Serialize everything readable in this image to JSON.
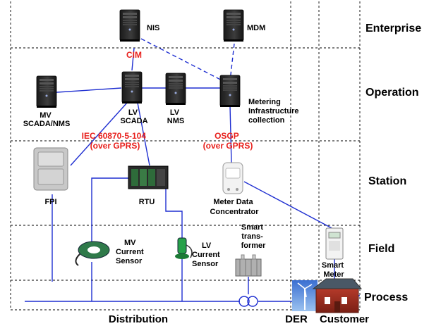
{
  "zones": {
    "enterprise": "Enterprise",
    "operation": "Operation",
    "station": "Station",
    "field": "Field",
    "process": "Process"
  },
  "bottom_labels": {
    "distribution": "Distribution",
    "der": "DER",
    "customer": "Customer"
  },
  "protocols": {
    "cim": "CIM",
    "iec_line1": "IEC 60870-5-104",
    "iec_line2": "(over GPRS)",
    "osgp_line1": "OSGP",
    "osgp_line2": "(over GPRS)"
  },
  "nodes": {
    "nis": "NIS",
    "mdm": "MDM",
    "mv_scada_line1": "MV",
    "mv_scada_line2": "SCADA/NMS",
    "lv_scada_line1": "LV",
    "lv_scada_line2": "SCADA",
    "lv_nms_line1": "LV",
    "lv_nms_line2": "NMS",
    "metering_line1": "Metering",
    "metering_line2": "Infrastructure",
    "metering_line3": "collection",
    "fpi": "FPI",
    "rtu": "RTU",
    "mdc_line1": "Meter Data",
    "mdc_line2": "Concentrator",
    "mv_sensor_line1": "MV",
    "mv_sensor_line2": "Current",
    "mv_sensor_line3": "Sensor",
    "lv_sensor_line1": "LV",
    "lv_sensor_line2": "Current",
    "lv_sensor_line3": "Sensor",
    "st_line1": "Smart",
    "st_line2": "trans-",
    "st_line3": "former",
    "sm_line1": "Smart",
    "sm_line2": "Meter"
  },
  "colors": {
    "link": "#1f2fd1",
    "protocol_text": "#e8201c",
    "grid": "#000000"
  },
  "icons": {
    "server": "server-tower-icon",
    "fpi": "fault-indicator-icon",
    "rtu": "rtu-icon",
    "concentrator": "data-concentrator-icon",
    "sensor": "current-sensor-icon",
    "transformer": "transformer-icon",
    "meter": "smart-meter-icon",
    "wind": "wind-turbine-icon",
    "house": "house-icon"
  }
}
